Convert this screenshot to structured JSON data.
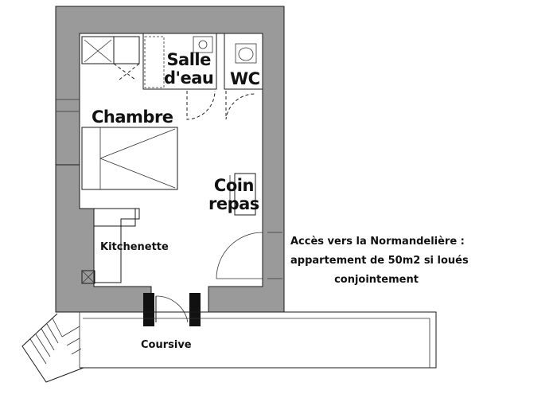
{
  "rooms": {
    "salle_deau": [
      "Salle",
      "d'eau"
    ],
    "wc": "WC",
    "chambre": "Chambre",
    "coin_repas": [
      "Coin",
      "repas"
    ],
    "kitchenette": "Kitchenette",
    "coursive": "Coursive"
  },
  "note": [
    "Accès vers la Normandelière :",
    "appartement de 50m2 si loués",
    "conjointement"
  ]
}
